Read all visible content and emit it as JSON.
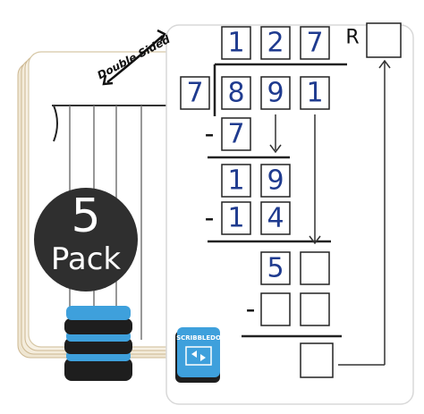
{
  "label_double_sided": "Double Sided",
  "badge": {
    "number": "5",
    "word": "Pack"
  },
  "quotient_digits": [
    "1",
    "2",
    "7"
  ],
  "remainder_label": "R",
  "divisor": "7",
  "dividend_digits": [
    "8",
    "9",
    "1"
  ],
  "step1_sign": "-",
  "step1_digit": "7",
  "step2_digits": [
    "1",
    "9"
  ],
  "step3_sign": "-",
  "step3_digits": [
    "1",
    "4"
  ],
  "step4_digit": "5",
  "step5_sign": "-",
  "eraser_brand": "SCRIBBLEDO",
  "colors": {
    "digit": "#1f3b8f",
    "badge": "#2f2f2f",
    "eraser_blue": "#3ea0dc",
    "eraser_dark": "#1e1e1e",
    "board_edge": "#d9c6a0"
  }
}
